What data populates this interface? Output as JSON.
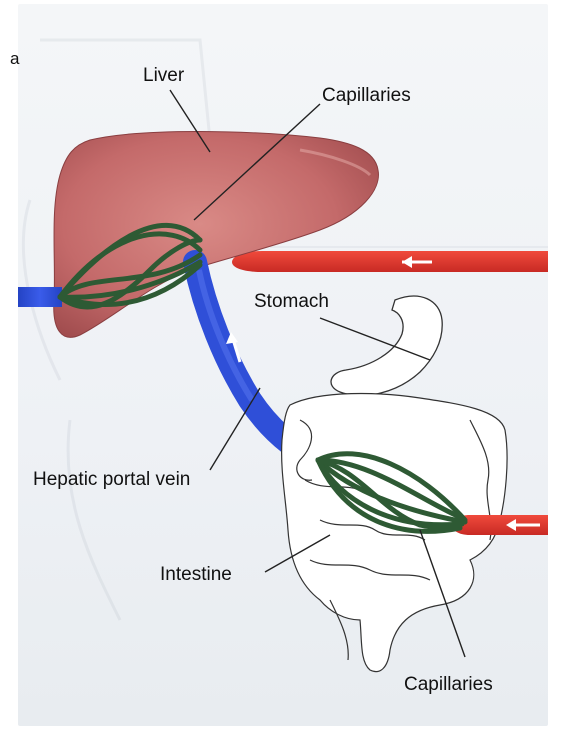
{
  "labels": {
    "corner_letter": "a",
    "liver": "Liver",
    "capillaries_top": "Capillaries",
    "stomach": "Stomach",
    "hepatic_portal_vein": "Hepatic portal vein",
    "intestine": "Intestine",
    "capillaries_bottom": "Capillaries"
  },
  "colors": {
    "liver": "#c46a6a",
    "liver_dark": "#9e4a4c",
    "artery_red": "#e8342e",
    "vein_blue": "#2f4fd8",
    "capillary_green": "#2e5a34",
    "outline": "#222222",
    "arrow": "#ffffff"
  },
  "icons": [
    "flow-arrow-left-icon",
    "flow-arrow-up-icon",
    "flow-arrow-left-icon"
  ]
}
